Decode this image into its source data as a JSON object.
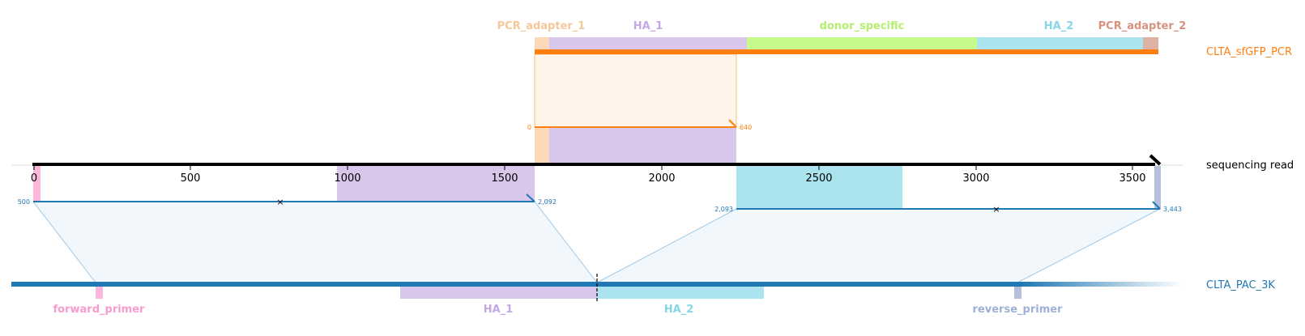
{
  "colors": {
    "pcr_adapter": "#fbd9b8",
    "pcr_adapter_label": "#f5c79a",
    "ha1": "#d8c6eb",
    "ha1_label": "#c4a8e3",
    "donor_specific": "#c4fb8c",
    "donor_specific_label": "#b4ef6e",
    "ha2": "#abe4ee",
    "ha2_label": "#86d6e8",
    "pcr_adapter_2": "#deb1a5",
    "pcr_adapter_2_label": "#d8937f",
    "forward_primer": "#fdb6dc",
    "forward_primer_label": "#f79ccd",
    "reverse_primer": "#b4c0dc",
    "reverse_primer_label": "#9fb0d6",
    "orange": "#ff7f0e",
    "blue": "#1f77b4",
    "read_axis": "#000000"
  },
  "top_features": {
    "labels": [
      "PCR_adapter_1",
      "HA_1",
      "donor_specific",
      "HA_2",
      "PCR_adapter_2"
    ]
  },
  "tracks": {
    "amplicon_label": "CLTA_sfGFP_PCR",
    "read_label": "sequencing read",
    "genome_label": "CLTA_PAC_3K"
  },
  "read_axis": {
    "ticks": [
      "0",
      "500",
      "1000",
      "1500",
      "2000",
      "2500",
      "3000",
      "3500"
    ]
  },
  "alignments": {
    "amplicon_start": "0",
    "amplicon_end": "640",
    "genome_seg1_start": "500",
    "genome_seg1_end": "2,092",
    "genome_seg2_start": "2,093",
    "genome_seg2_end": "3,443"
  },
  "bottom_features": {
    "labels": [
      "forward_primer",
      "HA_1",
      "HA_2",
      "reverse_primer"
    ]
  }
}
